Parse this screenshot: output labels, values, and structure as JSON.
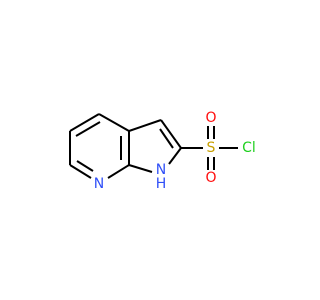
{
  "molecule": {
    "atoms": {
      "N_pyridine": "N",
      "N_pyrrole": "N",
      "H_pyrrole": "H",
      "S": "S",
      "O_top": "O",
      "O_bottom": "O",
      "Cl": "Cl"
    },
    "colors": {
      "N": "#3050F8",
      "S": "#C8A000",
      "O": "#FF0D0D",
      "Cl": "#1FD01F",
      "bond": "#000000"
    }
  }
}
